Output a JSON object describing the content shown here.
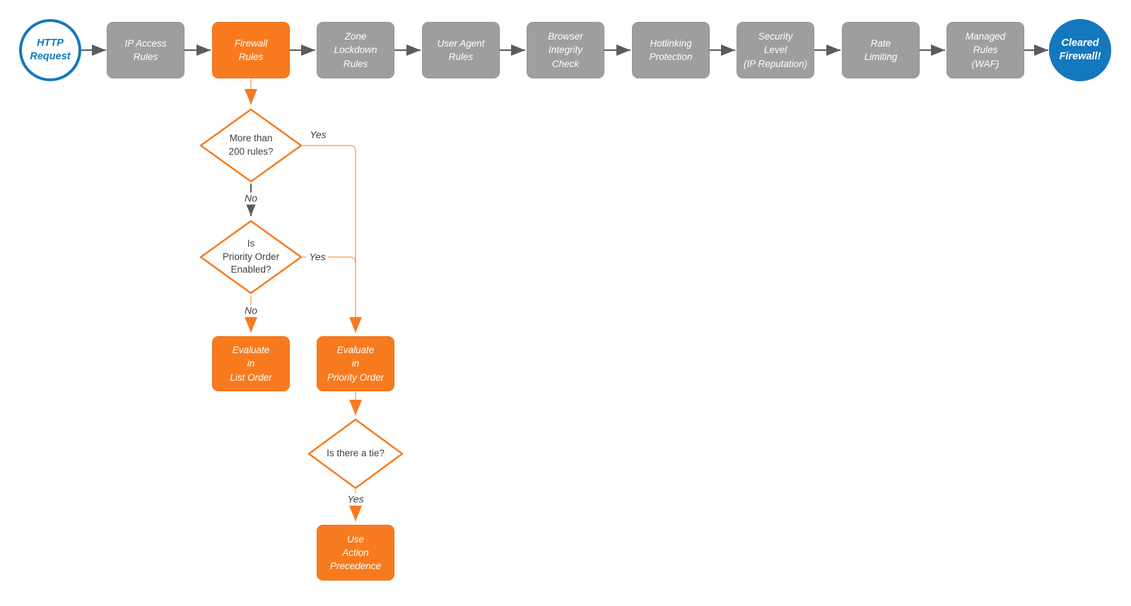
{
  "colors": {
    "orange": "#F87A1E",
    "orange_line": "rgba(248,122,30,0.5)",
    "gray_node": "#9E9E9E",
    "gray_arrow": "#5B5B5B",
    "blue": "#1478BE",
    "text_dark": "#414141",
    "white": "#FFFFFF"
  },
  "pipeline": {
    "start": {
      "label": "HTTP\nRequest"
    },
    "stages": [
      {
        "label": "IP Access\nRules"
      },
      {
        "label": "Firewall\nRules"
      },
      {
        "label": "Zone\nLockdown\nRules"
      },
      {
        "label": "User Agent\nRules"
      },
      {
        "label": "Browser\nIntegrity\nCheck"
      },
      {
        "label": "Hotlinking\nProtection"
      },
      {
        "label": "Security\nLevel\n(IP Reputation)"
      },
      {
        "label": "Rate\nLimiting"
      },
      {
        "label": "Managed\nRules\n(WAF)"
      }
    ],
    "end": {
      "label": "Cleared\nFirewall!"
    }
  },
  "decisions": [
    {
      "label": "More than\n200 rules?"
    },
    {
      "label": "Is\nPriority Order\nEnabled?"
    },
    {
      "label": "Is there a tie?"
    }
  ],
  "actions": [
    {
      "label": "Evaluate\nin\nList Order"
    },
    {
      "label": "Evaluate\nin\nPriority Order"
    },
    {
      "label": "Use\nAction\nPrecedence"
    }
  ],
  "edge_labels": {
    "d1_yes": "Yes",
    "d1_no": "No",
    "d2_yes": "Yes",
    "d2_no": "No",
    "d3_yes": "Yes"
  }
}
